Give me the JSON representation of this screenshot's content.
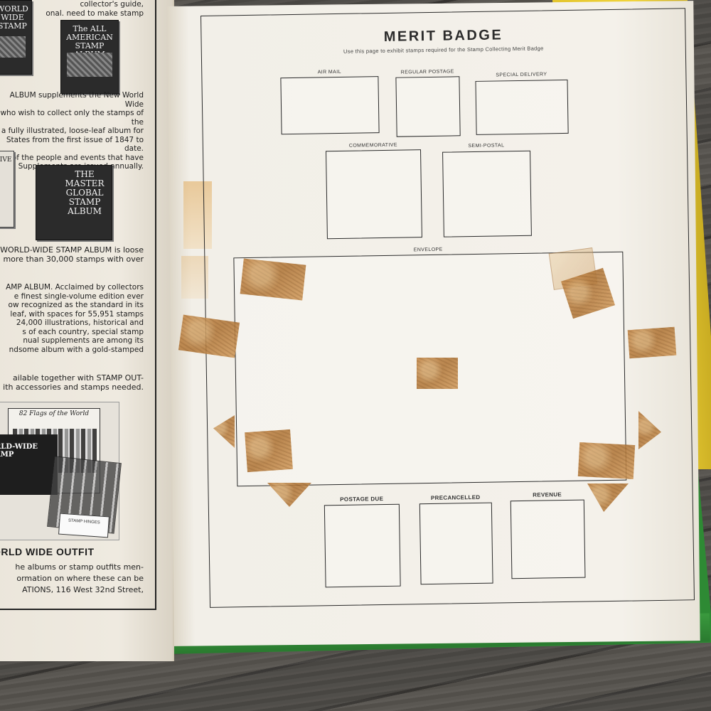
{
  "right_page": {
    "title": "MERIT BADGE",
    "subtitle": "Use this page to exhibit stamps required for the Stamp Collecting Merit Badge",
    "slots": {
      "air_mail": "AIR MAIL",
      "regular_postage": "REGULAR POSTAGE",
      "special_delivery": "SPECIAL DELIVERY",
      "commemorative": "COMMEMORATIVE",
      "semi_postal": "SEMI-POSTAL",
      "envelope": "ENVELOPE",
      "postage_due": "POSTAGE DUE",
      "precancelled": "PRECANCELLED",
      "revenue": "REVENUE"
    }
  },
  "left_page": {
    "top_text": "collector's guide,\nonal.       need to make stamp",
    "book1_title": "WORLD WIDE\nSTAMP",
    "book2_title": "The ALL AMERICAN\nSTAMP ALBUM",
    "para1": "ALBUM supplements the New World Wide\nwho wish to collect only the stamps of the\na fully illustrated, loose-leaf album for\nStates from the first issue of 1847 to date.\nes of the people and events that have\nistory. Supplements are issued annually.",
    "book3_title": "SIVE",
    "book4_title": "THE MASTER\nGLOBAL\nSTAMP\nALBUM",
    "para2": "WORLD-WIDE STAMP ALBUM is loose\nmore than 30,000 stamps with over",
    "para3": "AMP ALBUM. Acclaimed by collectors\ne finest single-volume edition ever\now recognized as the standard in its\nleaf, with spaces for 55,951 stamps\n24,000 illustrations, historical and\ns of each country, special stamp\nnual supplements are among its\nndsome album with a gold-stamped",
    "para4": "ailable together with STAMP OUT-\nith accessories and stamps needed.",
    "flags_title": "82 Flags of the World",
    "ww_box": "RLD-WIDE\nAMP",
    "hinges_label": "STAMP HINGES",
    "outfit_heading": "ORLD WIDE OUTFIT",
    "para5": "he albums or stamp outfits men-\normation on where these can be\nATIONS, 116 West 32nd Street,"
  },
  "colors": {
    "cover_yellow": "#f1d43a",
    "cover_green": "#2e8a34",
    "page": "#f4f1ea",
    "tape": "#c48848"
  }
}
